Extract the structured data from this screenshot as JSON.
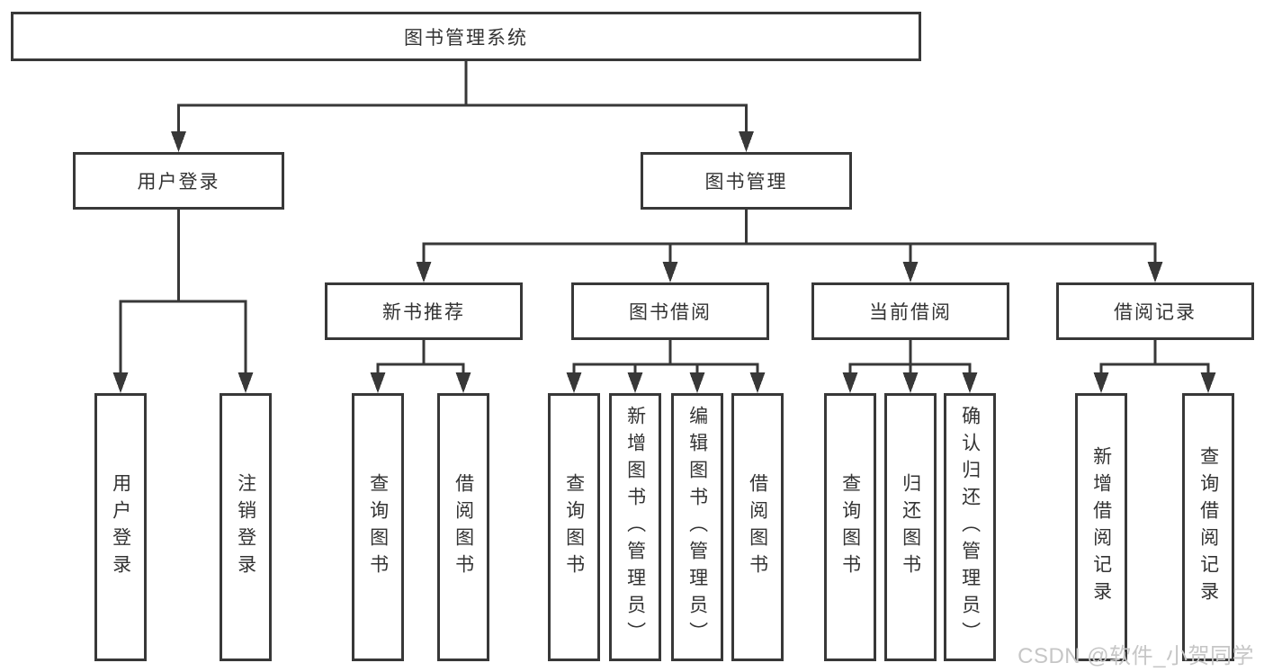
{
  "tree": {
    "root": "图书管理系统",
    "branches": [
      {
        "label": "用户登录",
        "children": [
          "用户登录",
          "注销登录"
        ]
      },
      {
        "label": "图书管理",
        "groups": [
          {
            "label": "新书推荐",
            "children": [
              "查询图书",
              "借阅图书"
            ]
          },
          {
            "label": "图书借阅",
            "children": [
              "查询图书",
              "新增图书（管理员）",
              "编辑图书（管理员）",
              "借阅图书"
            ]
          },
          {
            "label": "当前借阅",
            "children": [
              "查询图书",
              "归还图书",
              "确认归还（管理员）"
            ]
          },
          {
            "label": "借阅记录",
            "children": [
              "新增借阅记录",
              "查询借阅记录"
            ]
          }
        ]
      }
    ]
  },
  "watermark": "CSDN @软件_小贺同学",
  "colors": {
    "line": "#383838",
    "border": "#383838",
    "text": "#333333",
    "watermark": "#c6c6c6",
    "background": "#ffffff"
  }
}
